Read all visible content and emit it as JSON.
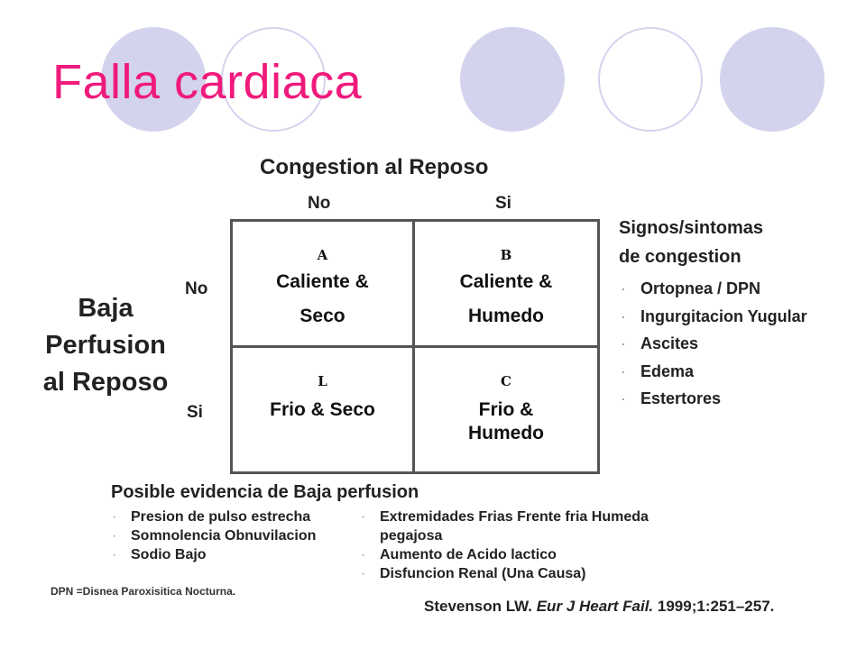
{
  "slide_title": "Falla cardiaca",
  "top_axis": {
    "title": "Congestion al Reposo",
    "col_labels": [
      "No",
      "Si"
    ]
  },
  "left_axis": {
    "title": "Baja\nPerfusion\nal Reposo",
    "row_labels": [
      "No",
      "Si"
    ]
  },
  "grid": [
    {
      "letter": "A",
      "text": "Caliente &\nSeco"
    },
    {
      "letter": "B",
      "text": "Caliente &\nHumedo"
    },
    {
      "letter": "L",
      "text": "Frio & Seco"
    },
    {
      "letter": "C",
      "text": "Frio &\nHumedo"
    }
  ],
  "congestion_signs": {
    "title": "Signos/sintomas\nde congestion",
    "items": [
      "Ortopnea / DPN",
      "Ingurgitacion Yugular",
      "Ascites",
      "Edema",
      "Estertores"
    ]
  },
  "low_perfusion": {
    "title": "Posible evidencia de Baja perfusion",
    "left_items": [
      "Presion de pulso estrecha",
      "Somnolencia Obnuvilacion",
      "Sodio Bajo"
    ],
    "right_items": [
      "Extremidades Frias Frente fria Humeda",
      "pegajosa",
      "Aumento de Acido lactico",
      "Disfuncion Renal (Una Causa)"
    ]
  },
  "footnote": "DPN =Disnea Paroxisitica Nocturna.",
  "citation": {
    "author": "Stevenson LW.",
    "journal": "Eur J Heart Fail.",
    "ref": "1999;1:251–257."
  },
  "colors": {
    "title": "#f01a7c",
    "circles": "#d3d3ee"
  }
}
